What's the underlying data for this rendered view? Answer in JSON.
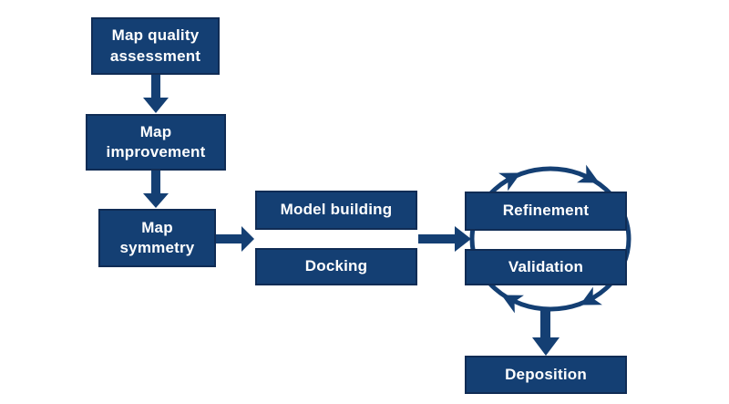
{
  "diagram": {
    "nodes": [
      {
        "id": "map-quality-assessment",
        "lines": [
          "Map quality",
          "assessment"
        ]
      },
      {
        "id": "map-improvement",
        "lines": [
          "Map",
          "improvement"
        ]
      },
      {
        "id": "map-symmetry",
        "lines": [
          "Map",
          "symmetry"
        ]
      },
      {
        "id": "model-building",
        "lines": [
          "Model building"
        ]
      },
      {
        "id": "docking",
        "lines": [
          "Docking"
        ]
      },
      {
        "id": "refinement",
        "lines": [
          "Refinement"
        ]
      },
      {
        "id": "validation",
        "lines": [
          "Validation"
        ]
      },
      {
        "id": "deposition",
        "lines": [
          "Deposition"
        ]
      }
    ],
    "flow": [
      {
        "from": "map-quality-assessment",
        "to": "map-improvement",
        "style": "straight-arrow-down"
      },
      {
        "from": "map-improvement",
        "to": "map-symmetry",
        "style": "straight-arrow-down"
      },
      {
        "from": "map-symmetry",
        "to": "model-building + docking",
        "style": "straight-arrow-right"
      },
      {
        "from": "model-building + docking",
        "to": "refinement + validation",
        "style": "straight-arrow-right"
      },
      {
        "from": "refinement",
        "to": "validation",
        "style": "clockwise-cycle-circle"
      },
      {
        "from": "refinement + validation",
        "to": "deposition",
        "style": "straight-arrow-down"
      }
    ],
    "colors": {
      "node_fill": "#143F73",
      "node_border": "#102C55",
      "arrow": "#143F73",
      "node_text": "#FFFFFF",
      "background": "#FFFFFF"
    }
  }
}
